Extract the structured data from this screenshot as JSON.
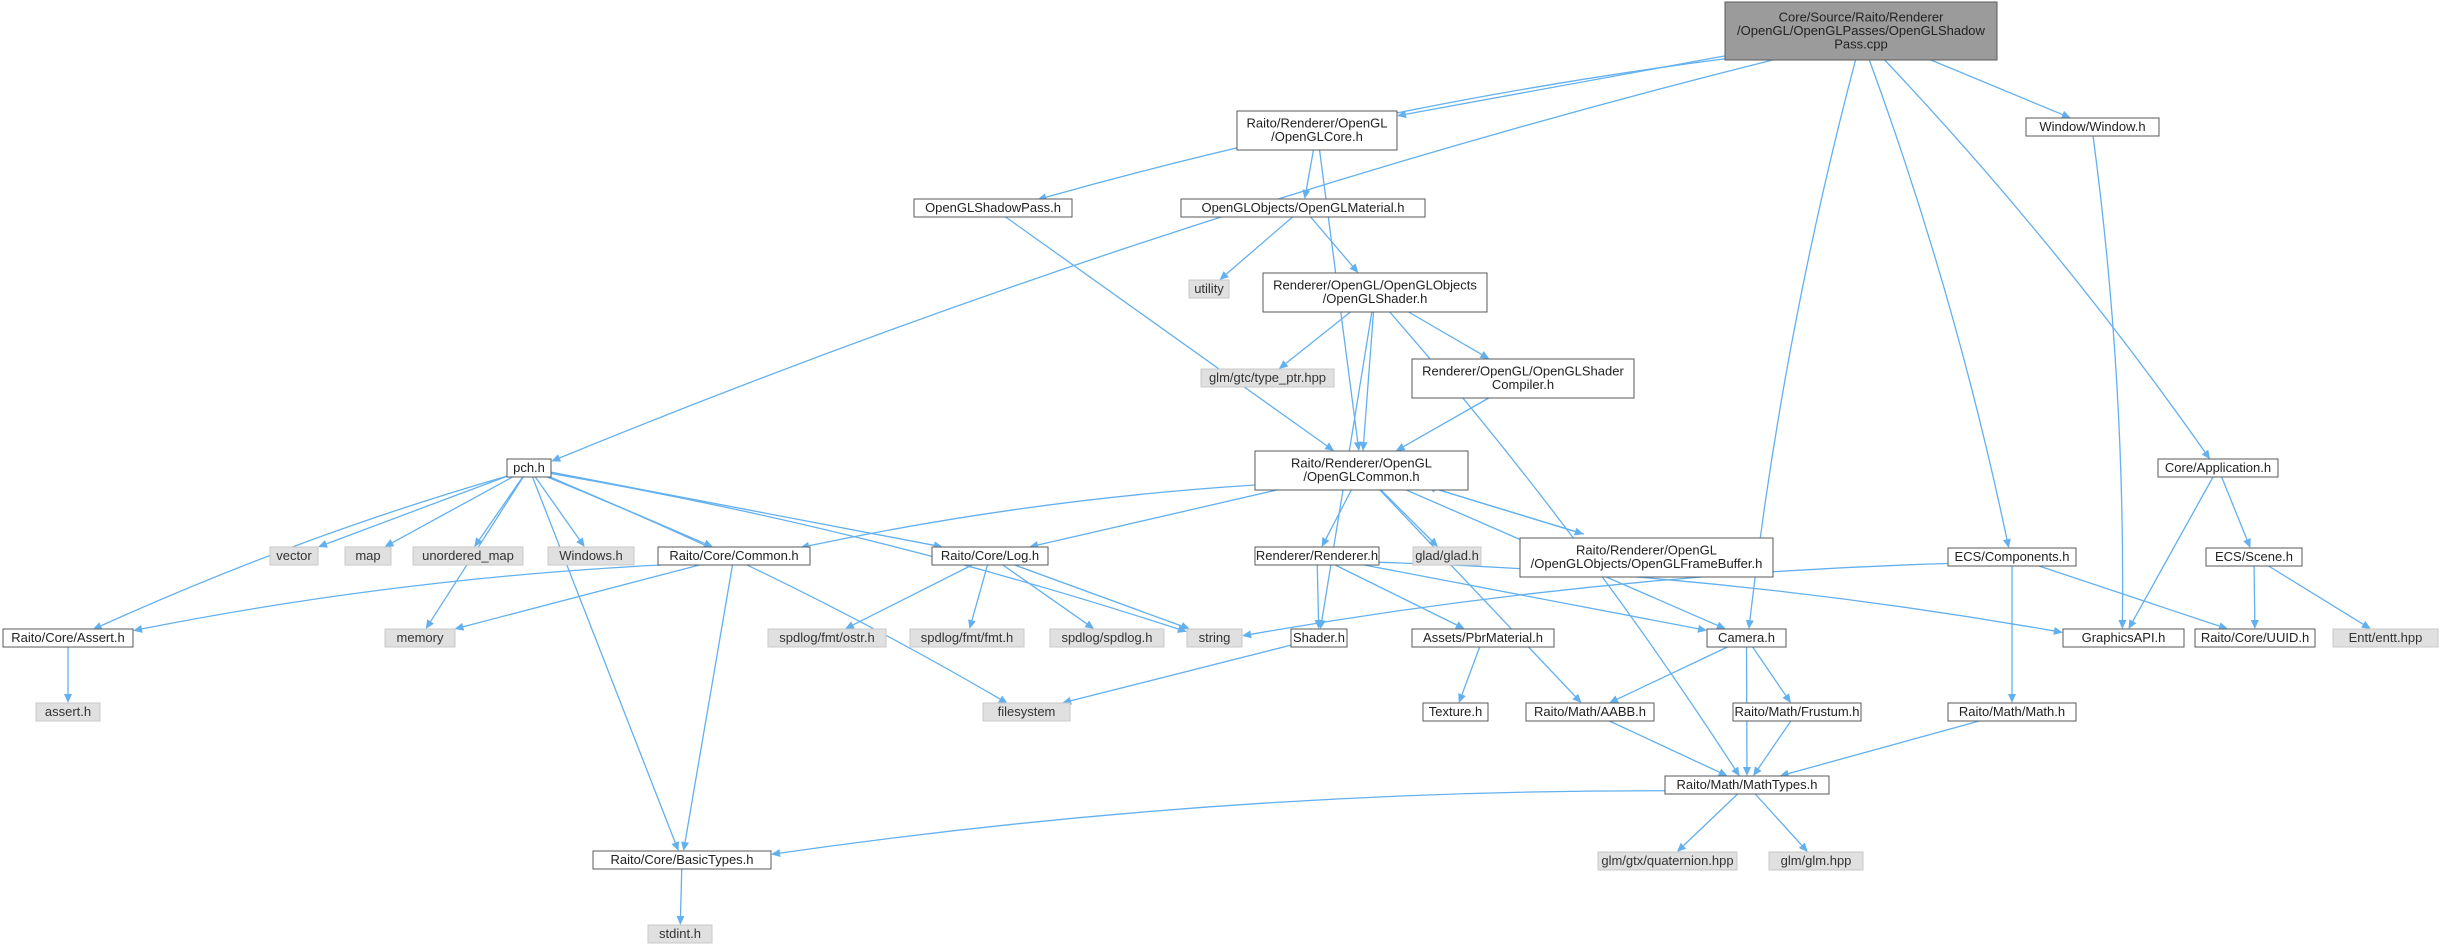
{
  "diagram": {
    "type": "include-dependency-graph",
    "colors": {
      "edge": "#63b0ef",
      "root_fill": "#9b9b9b",
      "project_fill": "#ffffff",
      "external_fill": "#e0e0e0"
    },
    "nodes": [
      {
        "id": "root",
        "kind": "root",
        "lines": [
          "Core/Source/Raito/Renderer",
          "/OpenGL/OpenGLPasses/OpenGLShadow",
          "Pass.cpp"
        ]
      },
      {
        "id": "pch",
        "kind": "project",
        "lines": [
          "pch.h"
        ]
      },
      {
        "id": "shadowpass",
        "kind": "project",
        "lines": [
          "OpenGLShadowPass.h"
        ]
      },
      {
        "id": "core",
        "kind": "project",
        "lines": [
          "Raito/Renderer/OpenGL",
          "/OpenGLCore.h"
        ]
      },
      {
        "id": "material",
        "kind": "project",
        "lines": [
          "OpenGLObjects/OpenGLMaterial.h"
        ]
      },
      {
        "id": "utility",
        "kind": "external",
        "lines": [
          "utility"
        ]
      },
      {
        "id": "shader_h",
        "kind": "project",
        "lines": [
          "Renderer/OpenGL/OpenGLObjects",
          "/OpenGLShader.h"
        ]
      },
      {
        "id": "typeptr",
        "kind": "external",
        "lines": [
          "glm/gtc/type_ptr.hpp"
        ]
      },
      {
        "id": "shadercompiler",
        "kind": "project",
        "lines": [
          "Renderer/OpenGL/OpenGLShader",
          "Compiler.h"
        ]
      },
      {
        "id": "common_gl",
        "kind": "project",
        "lines": [
          "Raito/Renderer/OpenGL",
          "/OpenGLCommon.h"
        ]
      },
      {
        "id": "window",
        "kind": "project",
        "lines": [
          "Window/Window.h"
        ]
      },
      {
        "id": "app",
        "kind": "project",
        "lines": [
          "Core/Application.h"
        ]
      },
      {
        "id": "components",
        "kind": "project",
        "lines": [
          "ECS/Components.h"
        ]
      },
      {
        "id": "scene",
        "kind": "project",
        "lines": [
          "ECS/Scene.h"
        ]
      },
      {
        "id": "vector",
        "kind": "external",
        "lines": [
          "vector"
        ]
      },
      {
        "id": "map",
        "kind": "external",
        "lines": [
          "map"
        ]
      },
      {
        "id": "umap",
        "kind": "external",
        "lines": [
          "unordered_map"
        ]
      },
      {
        "id": "windows",
        "kind": "external",
        "lines": [
          "Windows.h"
        ]
      },
      {
        "id": "corecommon",
        "kind": "project",
        "lines": [
          "Raito/Core/Common.h"
        ]
      },
      {
        "id": "log",
        "kind": "project",
        "lines": [
          "Raito/Core/Log.h"
        ]
      },
      {
        "id": "glad",
        "kind": "external",
        "lines": [
          "glad/glad.h"
        ]
      },
      {
        "id": "framebuffer",
        "kind": "project",
        "lines": [
          "Raito/Renderer/OpenGL",
          "/OpenGLObjects/OpenGLFrameBuffer.h"
        ]
      },
      {
        "id": "renderer",
        "kind": "project",
        "lines": [
          "Renderer/Renderer.h"
        ]
      },
      {
        "id": "assert",
        "kind": "project",
        "lines": [
          "Raito/Core/Assert.h"
        ]
      },
      {
        "id": "memory",
        "kind": "external",
        "lines": [
          "memory"
        ]
      },
      {
        "id": "ostr",
        "kind": "external",
        "lines": [
          "spdlog/fmt/ostr.h"
        ]
      },
      {
        "id": "fmt",
        "kind": "external",
        "lines": [
          "spdlog/fmt/fmt.h"
        ]
      },
      {
        "id": "spdlog",
        "kind": "external",
        "lines": [
          "spdlog/spdlog.h"
        ]
      },
      {
        "id": "string",
        "kind": "external",
        "lines": [
          "string"
        ]
      },
      {
        "id": "shader",
        "kind": "project",
        "lines": [
          "Shader.h"
        ]
      },
      {
        "id": "pbr",
        "kind": "project",
        "lines": [
          "Assets/PbrMaterial.h"
        ]
      },
      {
        "id": "camera",
        "kind": "project",
        "lines": [
          "Camera.h"
        ]
      },
      {
        "id": "graphicsapi",
        "kind": "project",
        "lines": [
          "GraphicsAPI.h"
        ]
      },
      {
        "id": "uuid",
        "kind": "project",
        "lines": [
          "Raito/Core/UUID.h"
        ]
      },
      {
        "id": "entt",
        "kind": "external",
        "lines": [
          "Entt/entt.hpp"
        ]
      },
      {
        "id": "asserth",
        "kind": "external",
        "lines": [
          "assert.h"
        ]
      },
      {
        "id": "filesystem",
        "kind": "external",
        "lines": [
          "filesystem"
        ]
      },
      {
        "id": "texture",
        "kind": "project",
        "lines": [
          "Texture.h"
        ]
      },
      {
        "id": "aabb",
        "kind": "project",
        "lines": [
          "Raito/Math/AABB.h"
        ]
      },
      {
        "id": "frustum",
        "kind": "project",
        "lines": [
          "Raito/Math/Frustum.h"
        ]
      },
      {
        "id": "math",
        "kind": "project",
        "lines": [
          "Raito/Math/Math.h"
        ]
      },
      {
        "id": "mathtypes",
        "kind": "project",
        "lines": [
          "Raito/Math/MathTypes.h"
        ]
      },
      {
        "id": "basictypes",
        "kind": "project",
        "lines": [
          "Raito/Core/BasicTypes.h"
        ]
      },
      {
        "id": "quat",
        "kind": "external",
        "lines": [
          "glm/gtx/quaternion.hpp"
        ]
      },
      {
        "id": "glmhpp",
        "kind": "external",
        "lines": [
          "glm/glm.hpp"
        ]
      },
      {
        "id": "stdint",
        "kind": "external",
        "lines": [
          "stdint.h"
        ]
      }
    ],
    "edges": [
      [
        "root",
        "pch"
      ],
      [
        "root",
        "shadowpass"
      ],
      [
        "root",
        "core"
      ],
      [
        "root",
        "window"
      ],
      [
        "root",
        "app"
      ],
      [
        "root",
        "components"
      ],
      [
        "root",
        "camera"
      ],
      [
        "shadowpass",
        "common_gl"
      ],
      [
        "core",
        "material"
      ],
      [
        "core",
        "common_gl"
      ],
      [
        "material",
        "utility"
      ],
      [
        "material",
        "shader_h"
      ],
      [
        "shader_h",
        "typeptr"
      ],
      [
        "shader_h",
        "shadercompiler"
      ],
      [
        "shader_h",
        "common_gl"
      ],
      [
        "shader_h",
        "shader"
      ],
      [
        "shader_h",
        "mathtypes"
      ],
      [
        "shadercompiler",
        "common_gl"
      ],
      [
        "common_gl",
        "corecommon"
      ],
      [
        "common_gl",
        "log"
      ],
      [
        "common_gl",
        "glad"
      ],
      [
        "common_gl",
        "framebuffer"
      ],
      [
        "common_gl",
        "renderer"
      ],
      [
        "common_gl",
        "camera"
      ],
      [
        "common_gl",
        "aabb"
      ],
      [
        "framebuffer",
        "common_gl"
      ],
      [
        "pch",
        "vector"
      ],
      [
        "pch",
        "map"
      ],
      [
        "pch",
        "umap"
      ],
      [
        "pch",
        "windows"
      ],
      [
        "pch",
        "corecommon"
      ],
      [
        "pch",
        "log"
      ],
      [
        "pch",
        "assert"
      ],
      [
        "pch",
        "memory"
      ],
      [
        "pch",
        "string"
      ],
      [
        "pch",
        "filesystem"
      ],
      [
        "pch",
        "basictypes"
      ],
      [
        "corecommon",
        "assert"
      ],
      [
        "corecommon",
        "memory"
      ],
      [
        "corecommon",
        "basictypes"
      ],
      [
        "log",
        "ostr"
      ],
      [
        "log",
        "fmt"
      ],
      [
        "log",
        "spdlog"
      ],
      [
        "log",
        "string"
      ],
      [
        "renderer",
        "shader"
      ],
      [
        "renderer",
        "pbr"
      ],
      [
        "renderer",
        "camera"
      ],
      [
        "renderer",
        "graphicsapi"
      ],
      [
        "pbr",
        "texture"
      ],
      [
        "shader",
        "filesystem"
      ],
      [
        "camera",
        "aabb"
      ],
      [
        "camera",
        "frustum"
      ],
      [
        "camera",
        "mathtypes"
      ],
      [
        "aabb",
        "mathtypes"
      ],
      [
        "frustum",
        "mathtypes"
      ],
      [
        "math",
        "mathtypes"
      ],
      [
        "components",
        "string"
      ],
      [
        "components",
        "math"
      ],
      [
        "components",
        "uuid"
      ],
      [
        "app",
        "graphicsapi"
      ],
      [
        "app",
        "scene"
      ],
      [
        "scene",
        "uuid"
      ],
      [
        "scene",
        "entt"
      ],
      [
        "window",
        "graphicsapi"
      ],
      [
        "assert",
        "asserth"
      ],
      [
        "mathtypes",
        "basictypes"
      ],
      [
        "mathtypes",
        "quat"
      ],
      [
        "mathtypes",
        "glmhpp"
      ],
      [
        "basictypes",
        "stdint"
      ]
    ]
  }
}
